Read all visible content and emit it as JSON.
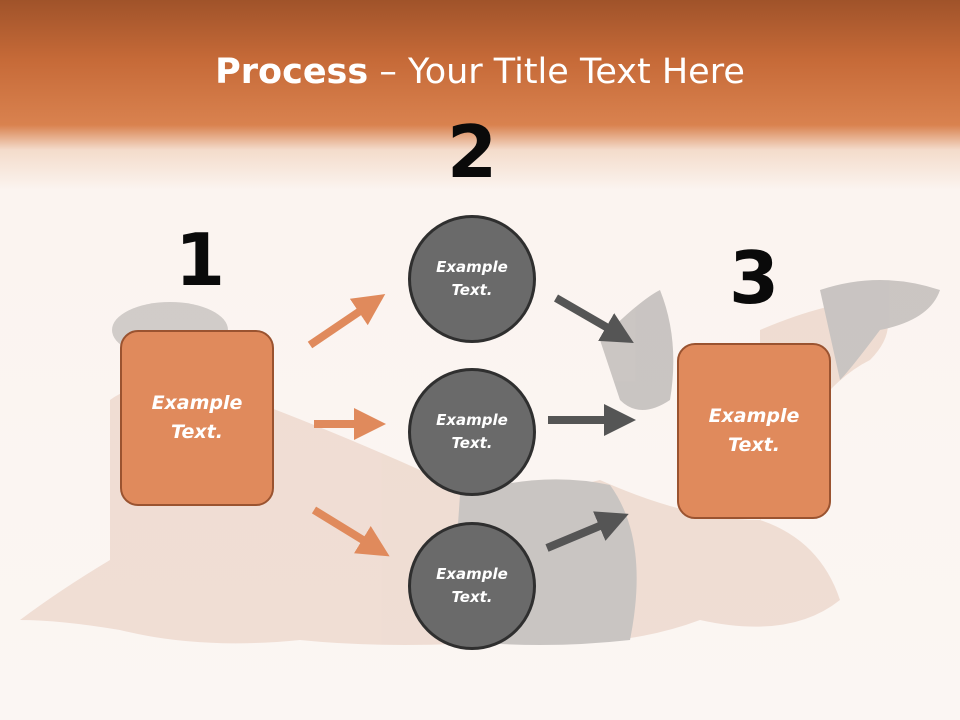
{
  "title": {
    "bold": "Process",
    "rest": " – Your Title Text Here"
  },
  "steps": [
    {
      "number": "1",
      "line1": "Example",
      "line2": "Text."
    },
    {
      "number": "2"
    },
    {
      "number": "3",
      "line1": "Example",
      "line2": "Text."
    }
  ],
  "circles": [
    {
      "line1": "Example",
      "line2": "Text."
    },
    {
      "line1": "Example",
      "line2": "Text."
    },
    {
      "line1": "Example",
      "line2": "Text."
    }
  ],
  "colors": {
    "accent": "#e08a5c",
    "circle": "#6a6a6a",
    "arrow_dark": "#555555",
    "header": "#c66a38"
  }
}
